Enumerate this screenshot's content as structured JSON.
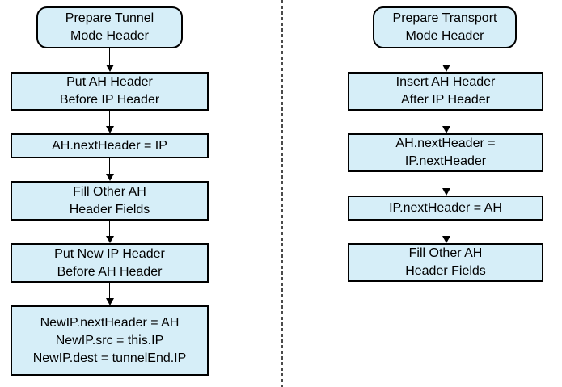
{
  "colors": {
    "box_fill": "#D6EEF8",
    "box_border": "#000000",
    "text": "#000000",
    "arrow": "#000000",
    "divider_dash": "#4A4A4A",
    "background": "#FFFFFF"
  },
  "left_flow": {
    "name": "Tunnel Mode",
    "steps": [
      {
        "shape": "rounded",
        "lines": [
          "Prepare Tunnel",
          "Mode Header"
        ]
      },
      {
        "shape": "rect",
        "lines": [
          "Put AH Header",
          "Before IP Header"
        ]
      },
      {
        "shape": "rect",
        "lines": [
          "AH.nextHeader = IP"
        ]
      },
      {
        "shape": "rect",
        "lines": [
          "Fill Other AH",
          "Header Fields"
        ]
      },
      {
        "shape": "rect",
        "lines": [
          "Put New IP Header",
          "Before AH Header"
        ]
      },
      {
        "shape": "rect",
        "lines": [
          "NewIP.nextHeader = AH",
          "NewIP.src = this.IP",
          "NewIP.dest = tunnelEnd.IP"
        ]
      }
    ]
  },
  "right_flow": {
    "name": "Transport Mode",
    "steps": [
      {
        "shape": "rounded",
        "lines": [
          "Prepare Transport",
          "Mode Header"
        ]
      },
      {
        "shape": "rect",
        "lines": [
          "Insert AH Header",
          "After IP Header"
        ]
      },
      {
        "shape": "rect",
        "lines": [
          "AH.nextHeader =",
          "IP.nextHeader"
        ]
      },
      {
        "shape": "rect",
        "lines": [
          "IP.nextHeader = AH"
        ]
      },
      {
        "shape": "rect",
        "lines": [
          "Fill Other AH",
          "Header Fields"
        ]
      }
    ]
  }
}
